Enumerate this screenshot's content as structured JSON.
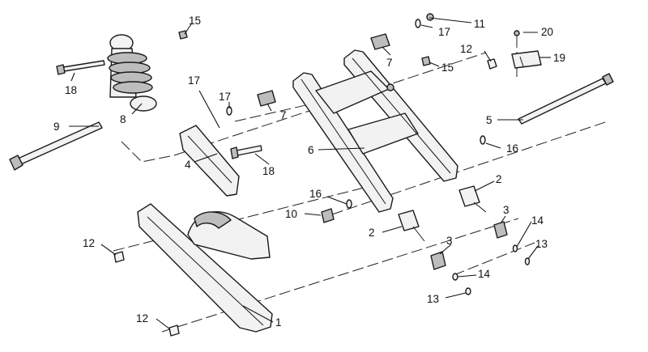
{
  "callouts": {
    "c1": "1",
    "c2a": "2",
    "c2b": "2",
    "c3a": "3",
    "c3b": "3",
    "c4": "4",
    "c5": "5",
    "c6": "6",
    "c7a": "7",
    "c7b": "7",
    "c8": "8",
    "c9": "9",
    "c10": "10",
    "c11": "11",
    "c12a": "12",
    "c12b": "12",
    "c12c": "12",
    "c13a": "13",
    "c13b": "13",
    "c14a": "14",
    "c14b": "14",
    "c15a": "15",
    "c15b": "15",
    "c16a": "16",
    "c16b": "16",
    "c17a": "17",
    "c17b": "17",
    "c17c": "17",
    "c18a": "18",
    "c18b": "18",
    "c19": "19",
    "c20": "20"
  }
}
